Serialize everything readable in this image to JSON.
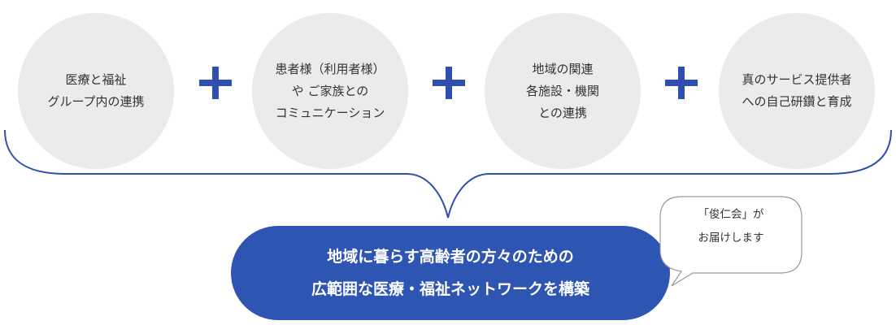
{
  "circles": [
    {
      "lines": [
        "医療と福祉",
        "グループ内の連携"
      ]
    },
    {
      "lines": [
        "患者様（利用者様）",
        "や ご家族との",
        "コミュニケーション"
      ]
    },
    {
      "lines": [
        "地域の関連",
        "各施設・機関",
        "との連携"
      ]
    },
    {
      "lines": [
        "真のサービス提供者",
        "への自己研鑽と育成"
      ]
    }
  ],
  "result": {
    "line1": "地域に暮らす高齢者の方々のための",
    "line2": "広範囲な医療・福祉ネットワークを構築"
  },
  "bubble": {
    "line1": "「俊仁会」が",
    "line2": "お届けします"
  },
  "colors": {
    "accent": "#2f4fae",
    "pill": "#2f55b2",
    "circle_fill": "#ebebeb",
    "bubble_stroke": "#999999",
    "text": "#333333"
  },
  "icons": [
    "plus-icon",
    "brace-connector"
  ]
}
